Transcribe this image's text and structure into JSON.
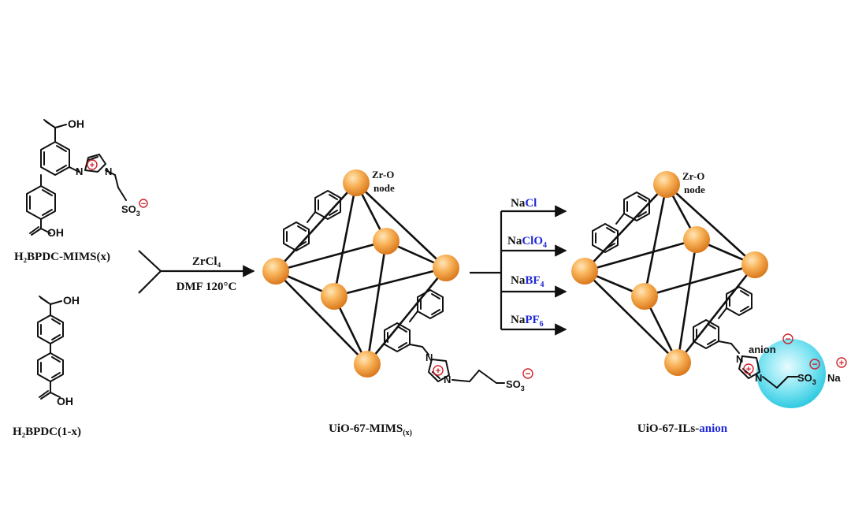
{
  "reactants": {
    "top_label": "H₂BPDC-MIMS(x)",
    "bottom_label": "H₂BPDC(1-x)",
    "oh_top": "OH",
    "oh_bottom": "OH",
    "oh2_top": "OH",
    "oh2_bottom": "OH",
    "n1": "N",
    "n2": "N",
    "so3": "SO",
    "so3_sub": "3"
  },
  "step1": {
    "reagent": "ZrCl₄",
    "conditions": "DMF 120°C"
  },
  "intermediate": {
    "label": "UiO-67-MIMS",
    "label_sub": "(x)",
    "node_label_1": "Zr-O",
    "node_label_2": "node",
    "n1": "N",
    "n2": "N",
    "so3": "SO",
    "so3_sub": "3"
  },
  "step2": {
    "salts": [
      {
        "prefix": "Na",
        "anion": "Cl",
        "sub": ""
      },
      {
        "prefix": "Na",
        "anion": "ClO",
        "sub": "4"
      },
      {
        "prefix": "Na",
        "anion": "BF",
        "sub": "4"
      },
      {
        "prefix": "Na",
        "anion": "PF",
        "sub": "6"
      }
    ]
  },
  "product": {
    "label_main": "UiO-67-ILs-",
    "label_accent": "anion",
    "node_label_1": "Zr-O",
    "node_label_2": "node",
    "anion_text": "anion",
    "na": "Na",
    "n1": "N",
    "n2": "N",
    "so3": "SO",
    "so3_sub": "3"
  },
  "colors": {
    "node_orange": "#f5a03a",
    "anion_blue": "#1f28d6",
    "charge_red": "#d0202a",
    "bubble_cyan": "#3fd4ea"
  }
}
